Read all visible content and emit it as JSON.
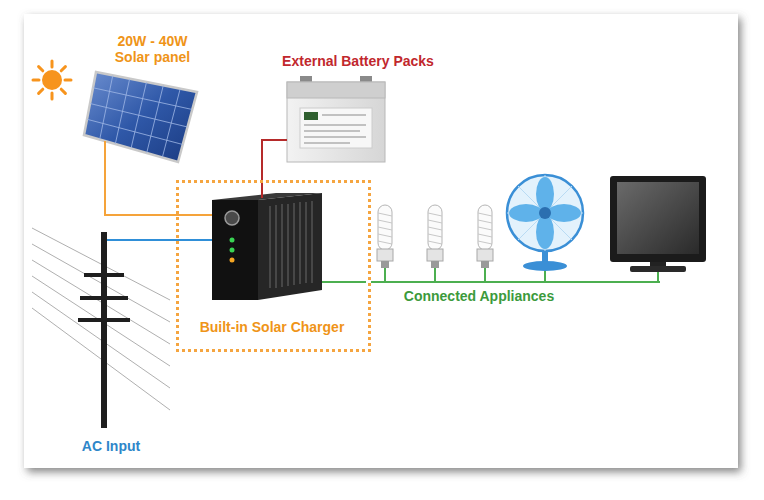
{
  "diagram": {
    "nodes": [
      {
        "text": [
          "20W - 40W Solar panel"
        ]
      },
      {
        "text": [
          "External Battery Packs"
        ]
      },
      {
        "text": [
          "Built-in Solar Charger"
        ]
      },
      {
        "text": [
          "Connected Appliances"
        ]
      },
      {
        "text": [
          "AC Input"
        ]
      }
    ],
    "edges": [
      {
        "from": 0,
        "to": 2,
        "arrow": "none"
      },
      {
        "from": 1,
        "to": 2,
        "arrow": "none"
      },
      {
        "from": 4,
        "to": 2,
        "arrow": "none"
      },
      {
        "from": 2,
        "to": 3,
        "arrow": "none"
      }
    ]
  }
}
